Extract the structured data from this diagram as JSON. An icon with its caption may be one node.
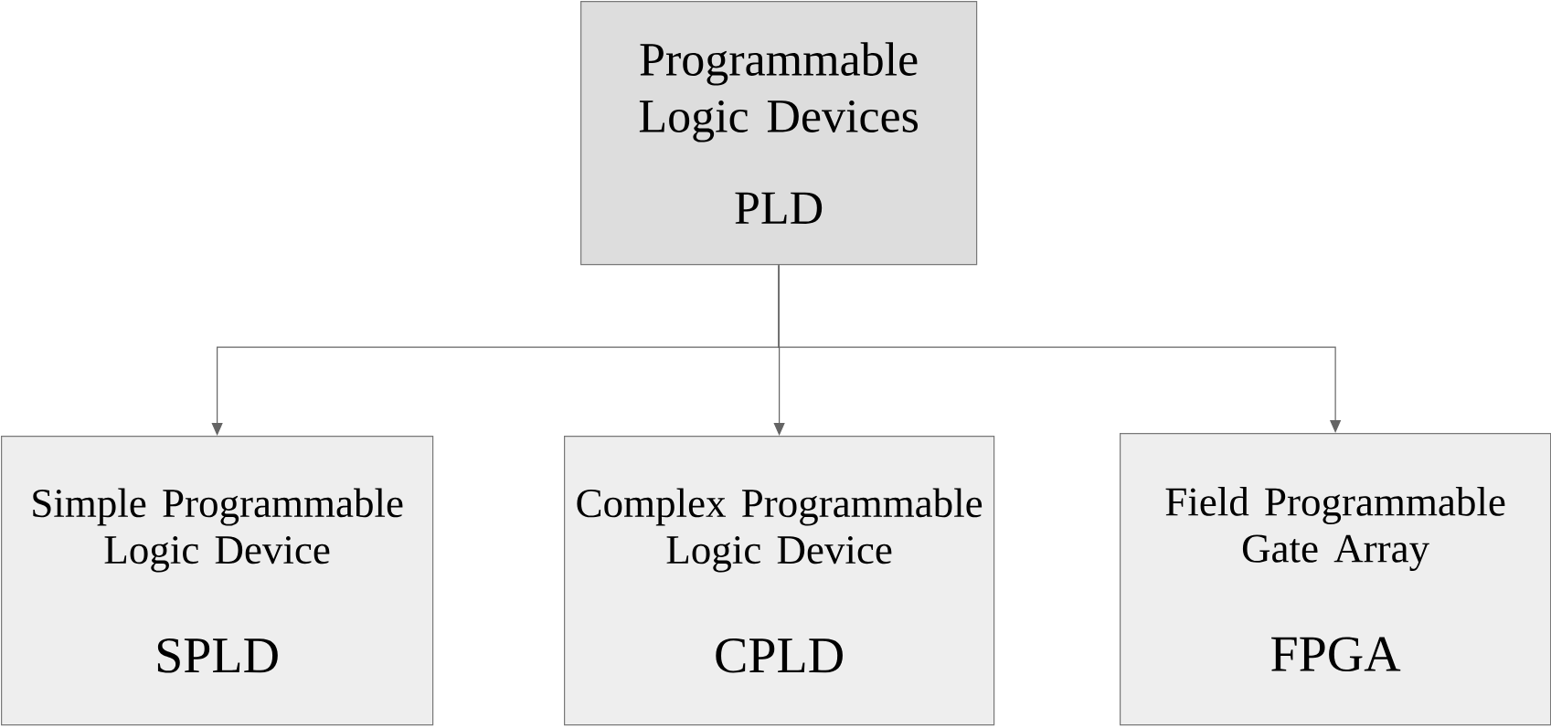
{
  "diagram": {
    "nodes": [
      {
        "text": [
          "Programmable Logic Devices",
          "PLD"
        ]
      },
      {
        "text": [
          "Simple Programmable Logic Device",
          "SPLD"
        ]
      },
      {
        "text": [
          "Complex Programmable Logic Device",
          "CPLD"
        ]
      },
      {
        "text": [
          "Field Programmable Gate Array",
          "FPGA"
        ]
      }
    ],
    "edges": [
      {
        "from": 0,
        "to": 1,
        "arrow": "to"
      },
      {
        "from": 0,
        "to": 2,
        "arrow": "to"
      },
      {
        "from": 0,
        "to": 3,
        "arrow": "to"
      }
    ]
  }
}
